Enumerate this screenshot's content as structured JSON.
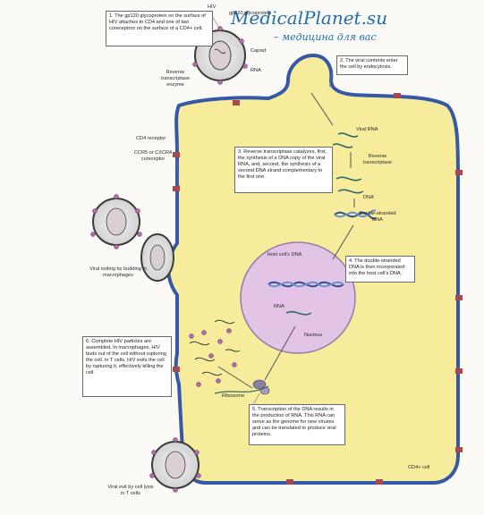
{
  "watermark": {
    "title": "MedicalPlanet.su",
    "subtitle": "– медицина для вас"
  },
  "steps": {
    "s1": "1. The gp120 glycoprotein on the surface of HIV attaches to CD4 and one of two coreceptors on the surface of a CD4+ cell.",
    "s2": "2. The viral contents enter the cell by endocytosis.",
    "s3": "3. Reverse transcriptase catalyzes, first, the synthesis of a DNA copy of the viral RNA, and, second, the synthesis of a second DNA strand complementary to the first one.",
    "s4": "4. The double-stranded DNA is then incorporated into the host cell's DNA.",
    "s5": "5. Transcription of the DNA results in the production of RNA. This RNA can serve as the genome for new viruses and can be translated to produce viral proteins.",
    "s6": "6. Complete HIV particles are assembled. In macrophages, HIV buds out of the cell without rupturing the cell. In T cells, HIV exits the cell by rupturing it, effectively killing the cell."
  },
  "labels": {
    "hiv": "HIV",
    "gp120": "gp120 glycoprotein",
    "capsid": "Capsid",
    "rna_virus": "RNA",
    "rt_enzyme": "Reverse transcriptase enzyme",
    "cd4": "CD4 receptor",
    "coreceptor": "CCR5 or CXCR4 coreceptor",
    "viral_rna": "Viral RNA",
    "rt": "Reverse transcriptase",
    "dna": "DNA",
    "ds_dna": "Double-stranded DNA",
    "host_dna": "Host cell's DNA",
    "rna_nucleus": "RNA",
    "nucleus": "Nucleus",
    "ribosome": "Ribosome",
    "budding": "Viral exiting by budding in macrophages",
    "lysis": "Viral exit by cell lysis in T cells",
    "cd4_cell": "CD4+ cell"
  },
  "colors": {
    "cytoplasm": "#f6ec9c",
    "membrane": "#3558a8",
    "nucleus": "#e3c4e6",
    "virus_envelope": "#3a3a3a",
    "virus_core": "#d9cfd4",
    "spike": "#b46aa6",
    "receptor": "#a8484e",
    "dna_strand": "#2f4f8f",
    "watermark": "#1f6fae"
  }
}
